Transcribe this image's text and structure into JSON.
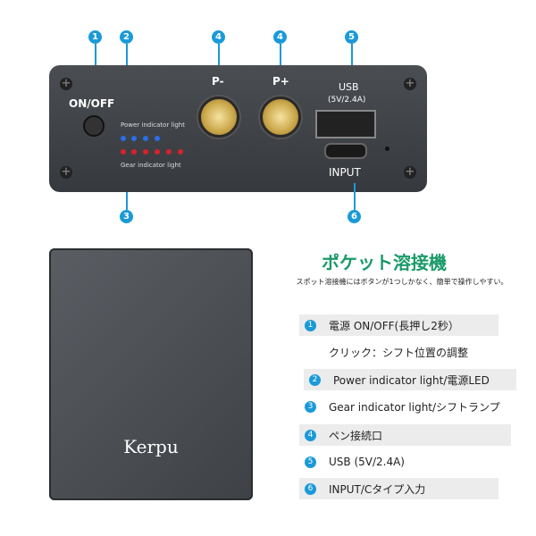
{
  "panel": {
    "onoff": "ON/OFF",
    "power_light": "Power indicator light",
    "gear_light": "Gear indicator light",
    "p_minus": "P-",
    "p_plus": "P+",
    "usb": "USB",
    "usb_spec": "(5V/2.4A)",
    "input": "INPUT",
    "callouts": [
      "1",
      "2",
      "3",
      "4",
      "4",
      "5",
      "6"
    ],
    "led_colors": {
      "power": "#2a6ee8",
      "gear": "#d8222a"
    }
  },
  "device": {
    "brand": "Kerpu"
  },
  "info": {
    "title": "ポケット溶接機",
    "subtitle": "スポット溶接機にはボタンが1つしかなく、簡単で操作しやすい。",
    "accent": "#1a9a6a",
    "items": [
      {
        "num": "1",
        "label": "電源 ON/OFF(長押し2秒）"
      },
      {
        "label": "クリック：シフト位置の調整"
      },
      {
        "num": "2",
        "label": "Power indicator light/電源LED"
      },
      {
        "num": "3",
        "label": "Gear indicator light/シフトランプ"
      },
      {
        "num": "4",
        "label": "ペン接続口"
      },
      {
        "num": "5",
        "label": "USB (5V/2.4A)"
      },
      {
        "num": "6",
        "label": "INPUT/Cタイプ入力"
      }
    ]
  }
}
